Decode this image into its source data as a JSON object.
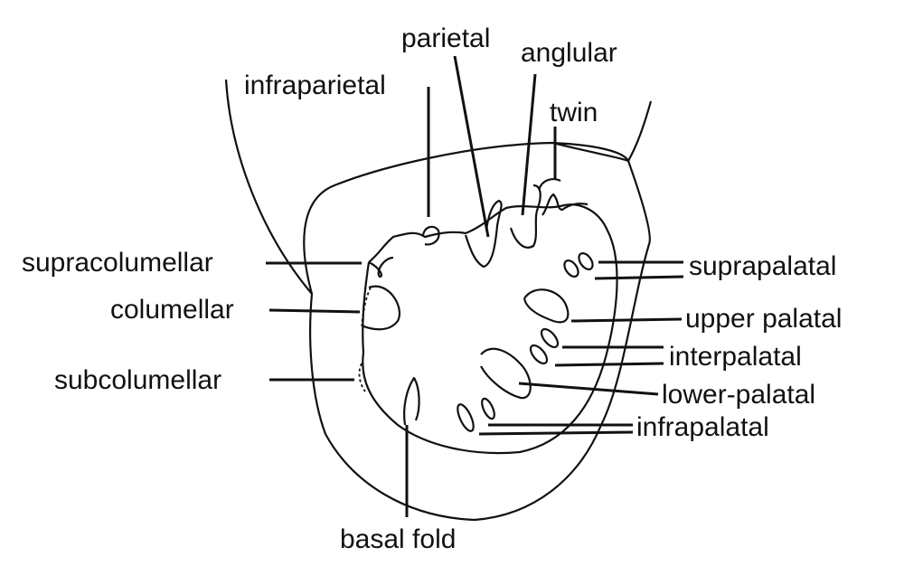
{
  "labels": {
    "parietal": "parietal",
    "anglular": "anglular",
    "infraparietal": "infraparietal",
    "twin": "twin",
    "supracolumellar": "supracolumellar",
    "columellar": "columellar",
    "subcolumellar": "subcolumellar",
    "suprapalatal": "suprapalatal",
    "upper_palatal": "upper palatal",
    "interpalatal": "interpalatal",
    "lower_palatal": "lower-palatal",
    "infrapalatal": "infrapalatal",
    "basal_fold": "basal fold"
  }
}
